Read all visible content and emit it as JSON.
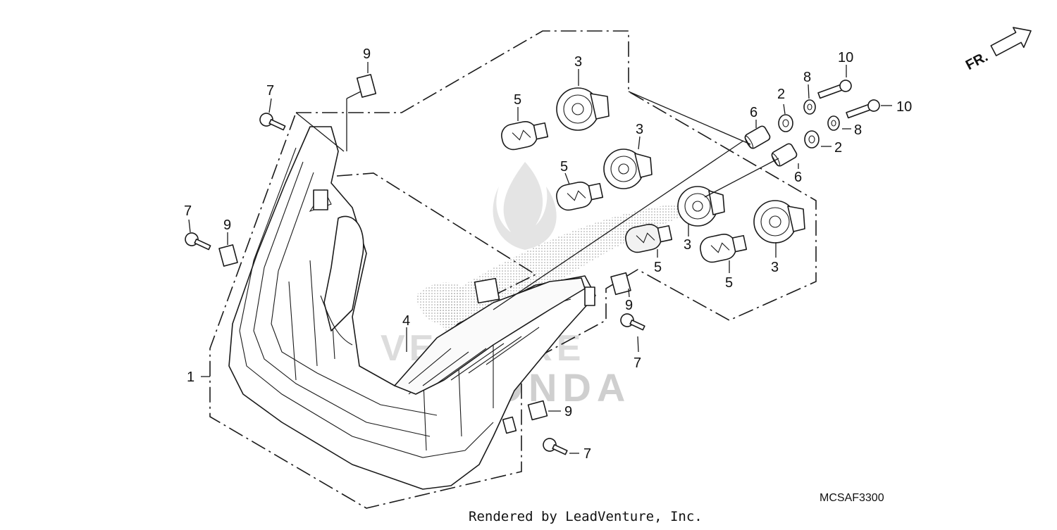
{
  "diagram": {
    "part_code": "MCSAF3300",
    "credit": "Rendered by LeadVenture, Inc.",
    "front_arrow_label": "FR.",
    "watermark": [
      "VENTURE",
      "HONDA"
    ],
    "callouts": {
      "c1": "1",
      "c2a": "2",
      "c2b": "2",
      "c3a": "3",
      "c3b": "3",
      "c3c": "3",
      "c3d": "3",
      "c4": "4",
      "c5a": "5",
      "c5b": "5",
      "c5c": "5",
      "c5d": "5",
      "c6a": "6",
      "c6b": "6",
      "c7a": "7",
      "c7b": "7",
      "c7c": "7",
      "c7d": "7",
      "c8a": "8",
      "c8b": "8",
      "c9a": "9",
      "c9b": "9",
      "c9c": "9",
      "c9d": "9",
      "c10a": "10",
      "c10b": "10"
    }
  }
}
